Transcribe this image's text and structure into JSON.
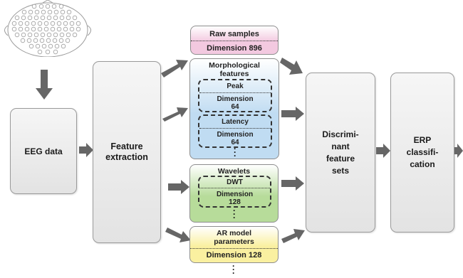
{
  "nodes": {
    "eeg": "EEG data",
    "feature_extraction": "Feature extraction",
    "discriminant": "Discrimi-\nnant\nfeature\nsets",
    "erp": "ERP\nclassifi-\ncation"
  },
  "raw": {
    "title": "Raw samples",
    "dim": "Dimension 896"
  },
  "morph": {
    "title": "Morphological\nfeatures",
    "peak": {
      "title": "Peak",
      "dim": "Dimension\n64"
    },
    "latency": {
      "title": "Latency",
      "dim": "Dimension\n64"
    }
  },
  "wavelets": {
    "title": "Wavelets",
    "dwt": "DWT",
    "dim": "Dimension\n128"
  },
  "ar": {
    "title": "AR model\nparameters",
    "dim": "Dimension 128"
  },
  "colors": {
    "raw": "#f3c9e0",
    "morph": "#c0dcf2",
    "wavelets": "#b7dc9a",
    "ar": "#faf0a0",
    "box": "#e6e6e6",
    "arrow": "#666666"
  }
}
